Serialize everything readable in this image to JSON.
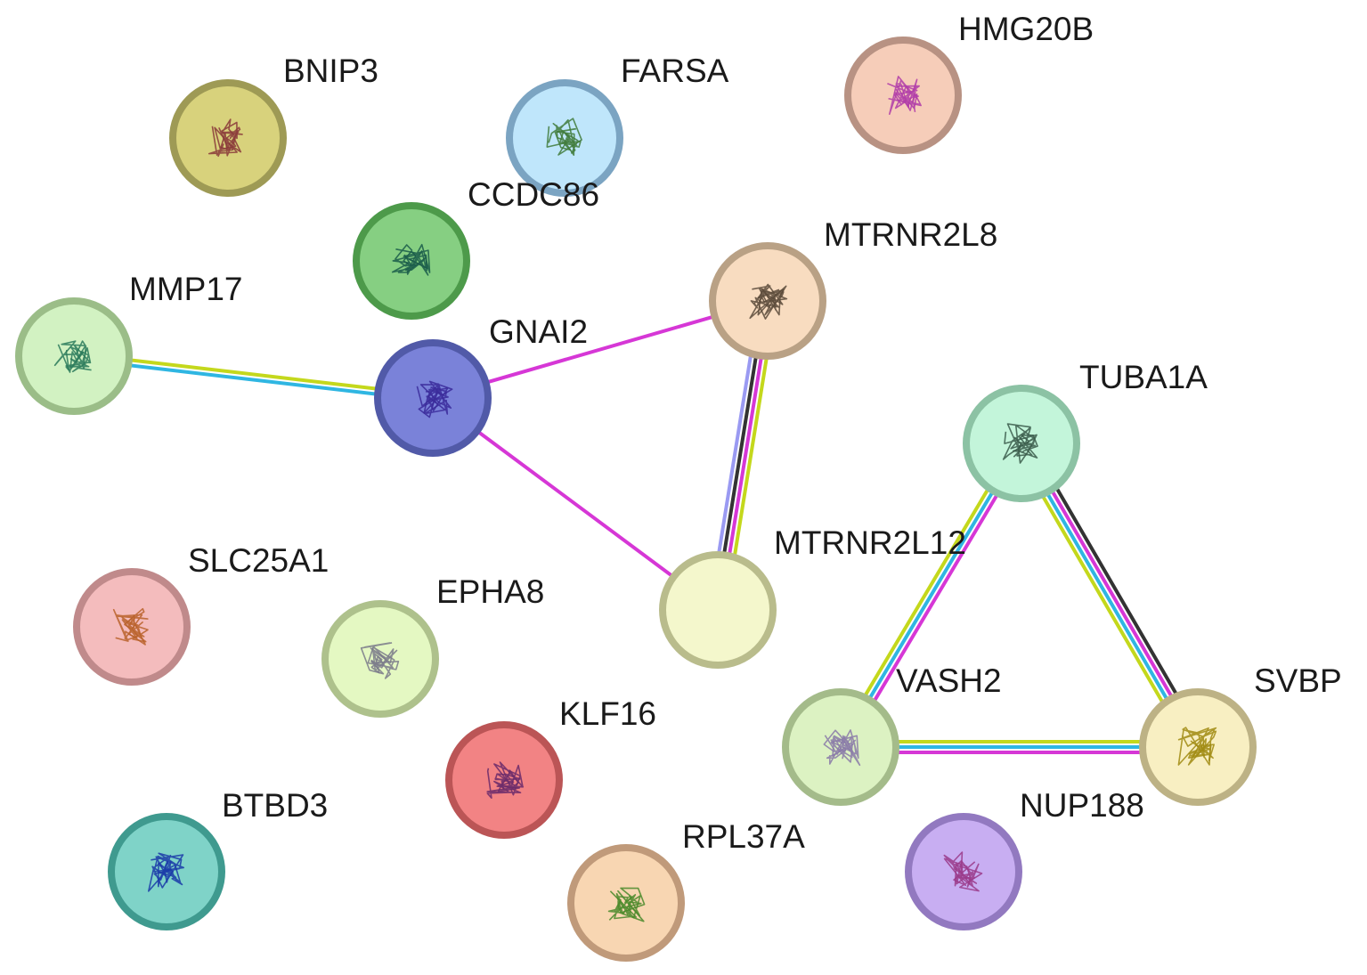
{
  "network": {
    "nodes": [
      {
        "id": "BNIP3",
        "label": "BNIP3",
        "fill": "#d8d27c",
        "stroke": "#9e9a55"
      },
      {
        "id": "FARSA",
        "label": "FARSA",
        "fill": "#bfe6fb",
        "stroke": "#7ba4c2"
      },
      {
        "id": "HMG20B",
        "label": "HMG20B",
        "fill": "#f6cdb9",
        "stroke": "#b89283"
      },
      {
        "id": "CCDC86",
        "label": "CCDC86",
        "fill": "#86cf82",
        "stroke": "#4d9a4a"
      },
      {
        "id": "MTRNR2L8",
        "label": "MTRNR2L8",
        "fill": "#f8dcc0",
        "stroke": "#b9a185"
      },
      {
        "id": "MMP17",
        "label": "MMP17",
        "fill": "#d2f2c2",
        "stroke": "#9bbd88"
      },
      {
        "id": "GNAI2",
        "label": "GNAI2",
        "fill": "#7a82d9",
        "stroke": "#515aa8"
      },
      {
        "id": "TUBA1A",
        "label": "TUBA1A",
        "fill": "#c3f5da",
        "stroke": "#8cc2a4"
      },
      {
        "id": "SLC25A1",
        "label": "SLC25A1",
        "fill": "#f4bcbd",
        "stroke": "#c08a8b"
      },
      {
        "id": "EPHA8",
        "label": "EPHA8",
        "fill": "#e4f8c2",
        "stroke": "#aec18c"
      },
      {
        "id": "MTRNR2L12",
        "label": "MTRNR2L12",
        "fill": "#f4f7cc",
        "stroke": "#b9bc8c"
      },
      {
        "id": "VASH2",
        "label": "VASH2",
        "fill": "#dcf2c2",
        "stroke": "#a4bb8a"
      },
      {
        "id": "SVBP",
        "label": "SVBP",
        "fill": "#f8efc2",
        "stroke": "#bdb285"
      },
      {
        "id": "KLF16",
        "label": "KLF16",
        "fill": "#f28384",
        "stroke": "#bb5556"
      },
      {
        "id": "BTBD3",
        "label": "BTBD3",
        "fill": "#7fd3c8",
        "stroke": "#3f9a8f"
      },
      {
        "id": "RPL37A",
        "label": "RPL37A",
        "fill": "#f8d6b2",
        "stroke": "#c09a7a"
      },
      {
        "id": "NUP188",
        "label": "NUP188",
        "fill": "#c8aef2",
        "stroke": "#9279c0"
      }
    ],
    "edges": [
      {
        "source": "MMP17",
        "target": "GNAI2",
        "colors": [
          "#c4d81c",
          "#2fb6e2"
        ]
      },
      {
        "source": "GNAI2",
        "target": "MTRNR2L8",
        "colors": [
          "#d637d6"
        ]
      },
      {
        "source": "GNAI2",
        "target": "MTRNR2L12",
        "colors": [
          "#d637d6"
        ]
      },
      {
        "source": "MTRNR2L8",
        "target": "MTRNR2L12",
        "colors": [
          "#c4d81c",
          "#d637d6",
          "#333333",
          "#9a9af2"
        ]
      },
      {
        "source": "TUBA1A",
        "target": "VASH2",
        "colors": [
          "#d637d6",
          "#2fb6e2",
          "#c4d81c"
        ]
      },
      {
        "source": "TUBA1A",
        "target": "SVBP",
        "colors": [
          "#333333",
          "#d637d6",
          "#2fb6e2",
          "#c4d81c"
        ]
      },
      {
        "source": "VASH2",
        "target": "SVBP",
        "colors": [
          "#c4d81c",
          "#2fb6e2",
          "#d637d6"
        ]
      }
    ]
  }
}
